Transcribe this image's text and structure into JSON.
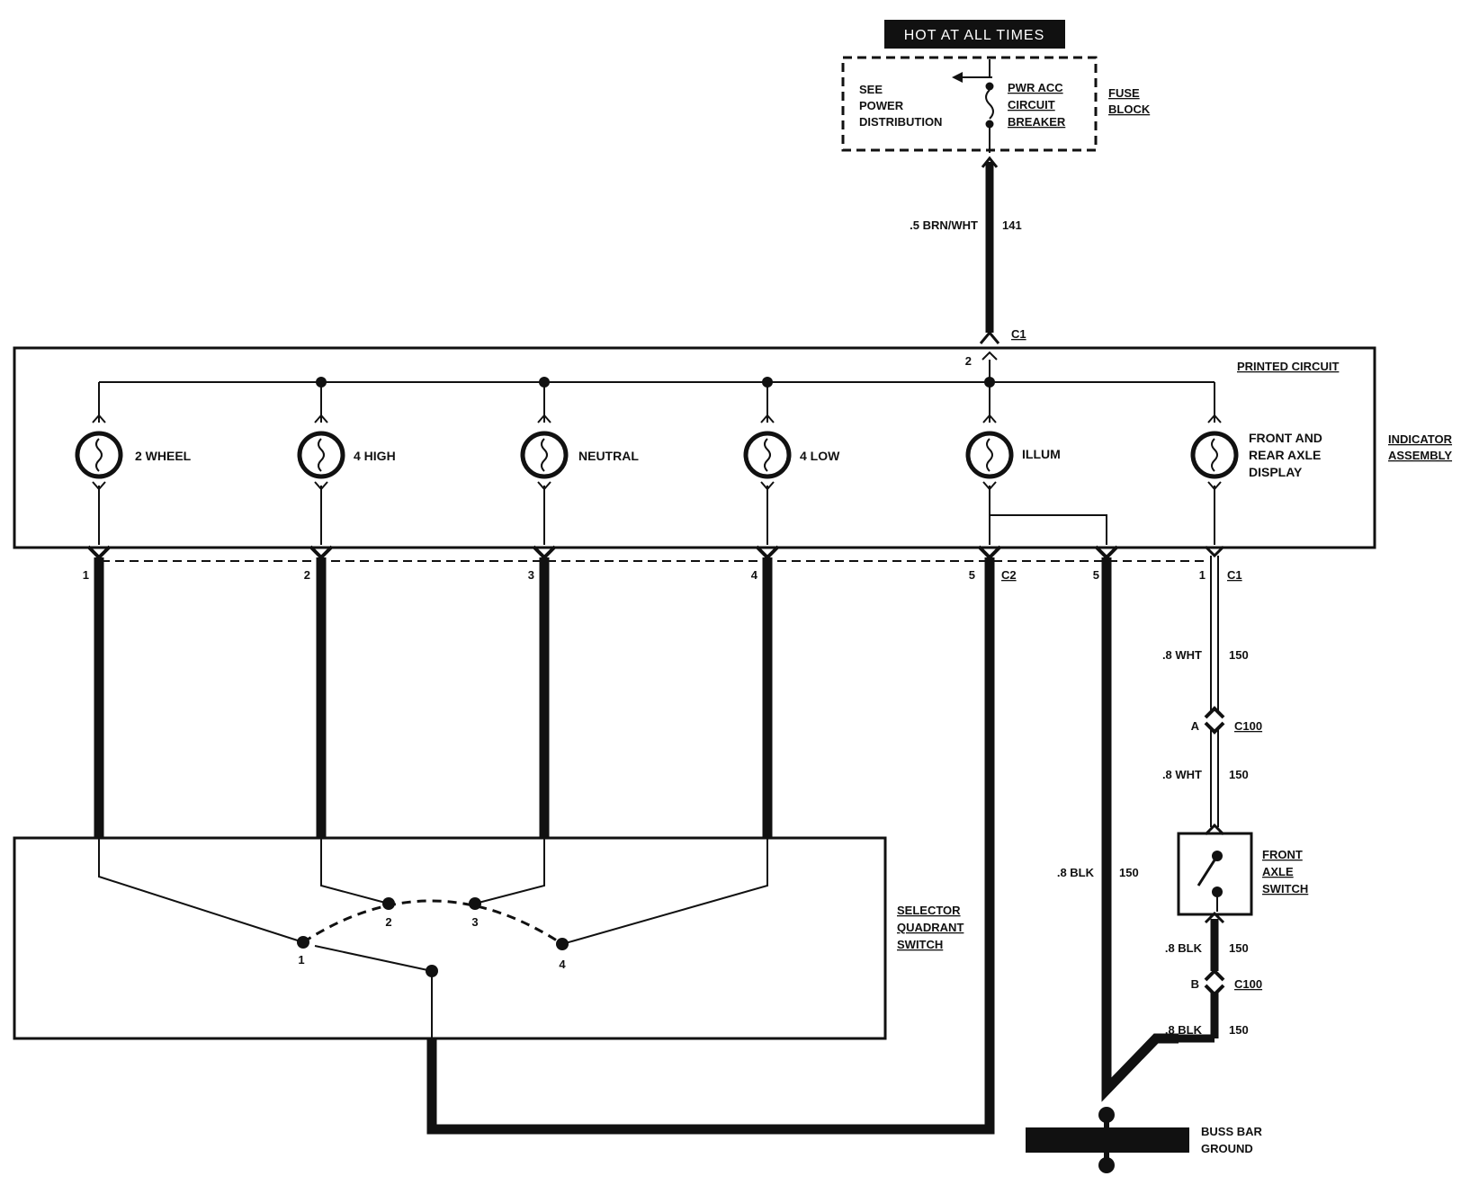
{
  "fuse_block": {
    "banner": "HOT AT ALL TIMES",
    "see_power": [
      "SEE",
      "POWER",
      "DISTRIBUTION"
    ],
    "breaker": [
      "PWR ACC",
      "CIRCUIT",
      "BREAKER"
    ],
    "block_name": [
      "FUSE",
      "BLOCK"
    ]
  },
  "feed_wire": {
    "color": ".5 BRN/WHT",
    "circuit": "141"
  },
  "indicator_assembly": {
    "title": [
      "INDICATOR",
      "ASSEMBLY"
    ],
    "printed_circuit": "PRINTED CIRCUIT",
    "connector_top": {
      "name": "C1",
      "pin": "2"
    },
    "lamps": [
      {
        "label": [
          "2 WHEEL"
        ],
        "pin": "1"
      },
      {
        "label": [
          "4 HIGH"
        ],
        "pin": "2"
      },
      {
        "label": [
          "NEUTRAL"
        ],
        "pin": "3"
      },
      {
        "label": [
          "4 LOW"
        ],
        "pin": "4"
      },
      {
        "label": [
          "ILLUM"
        ],
        "pin": "5"
      },
      {
        "label": [
          "FRONT AND",
          "REAR AXLE",
          "DISPLAY"
        ],
        "pin": "1"
      }
    ],
    "ground_pin": "5",
    "connector_c2": "C2",
    "connector_c1": "C1"
  },
  "axle_circuit": {
    "wire1": {
      "color": ".8 WHT",
      "circuit": "150"
    },
    "c100a": {
      "pin": "A",
      "name": "C100"
    },
    "wire2": {
      "color": ".8 WHT",
      "circuit": "150"
    },
    "switch_label": [
      "FRONT",
      "AXLE",
      "SWITCH"
    ],
    "wire3": {
      "color": ".8 BLK",
      "circuit": "150"
    },
    "c100b": {
      "pin": "B",
      "name": "C100"
    },
    "wire4": {
      "color": ".8 BLK",
      "circuit": "150"
    }
  },
  "ground_wire": {
    "color": ".8 BLK",
    "circuit": "150"
  },
  "selector": {
    "label": [
      "SELECTOR",
      "QUADRANT",
      "SWITCH"
    ],
    "positions": [
      "1",
      "2",
      "3",
      "4"
    ]
  },
  "ground": {
    "label": [
      "BUSS BAR",
      "GROUND"
    ]
  }
}
